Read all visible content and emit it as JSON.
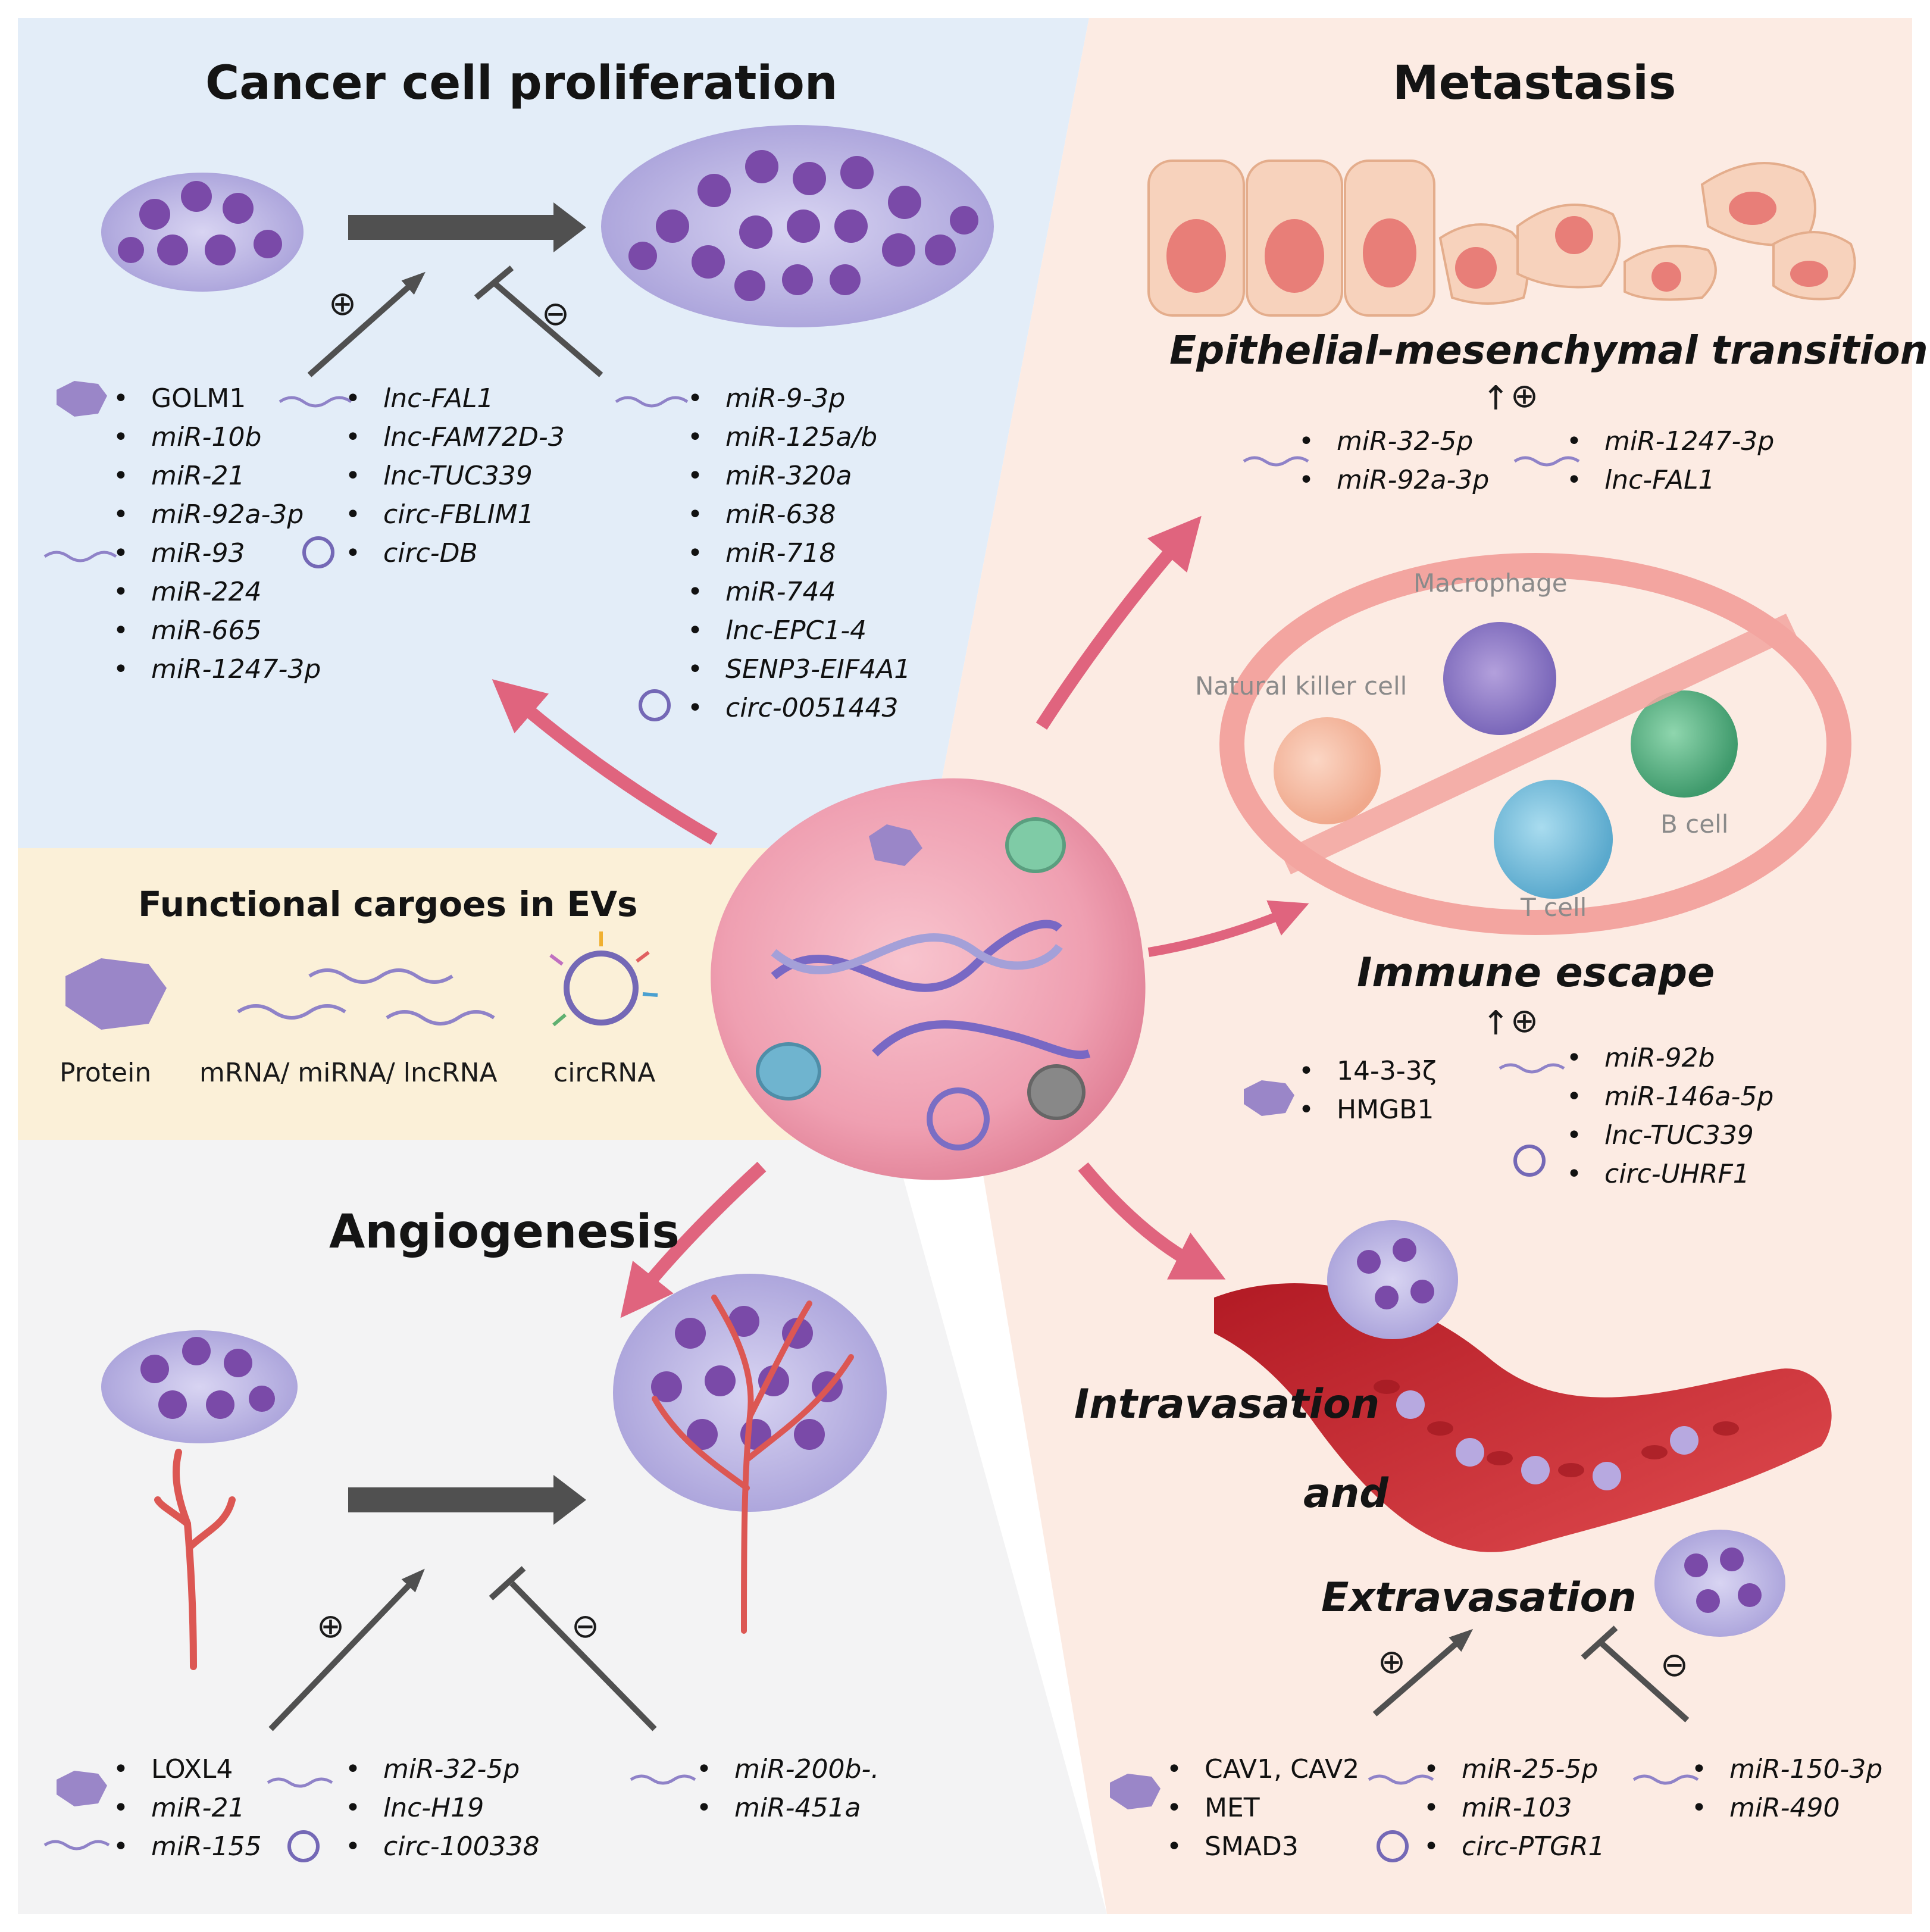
{
  "colors": {
    "blue_panel": "#e3edf8",
    "yellow_panel": "#fbf0d8",
    "grey_panel": "#f3f3f4",
    "peach_panel": "#fcebe3",
    "arrow_pink": "#e0647e",
    "dark_arrow": "#505050",
    "tumor": "#f1a3b4",
    "cell_purple": "#8c7dc9",
    "nucleus": "#6a3a9a",
    "vessel": "#c9242c"
  },
  "proliferation": {
    "title": "Cancer cell proliferation",
    "plus": "⊕",
    "minus": "⊖",
    "protein_list": [
      "GOLM1",
      "miR-10b",
      "miR-21",
      "miR-92a-3p",
      "miR-93",
      "miR-224",
      "miR-665",
      "miR-1247-3p"
    ],
    "rna_list": [
      "lnc-FAL1",
      "lnc-FAM72D-3",
      "lnc-TUC339",
      "circ-FBLIM1",
      "circ-DB"
    ],
    "inhibit_list": [
      "miR-9-3p",
      "miR-125a/b",
      "miR-320a",
      "miR-638",
      "miR-718",
      "miR-744",
      "lnc-EPC1-4",
      "SENP3-EIF4A1",
      "circ-0051443"
    ]
  },
  "metastasis": {
    "title": "Metastasis",
    "emt": {
      "title": "Epithelial-mesenchymal transition",
      "arrow": "↑",
      "plus": "⊕",
      "list_a": [
        "miR-32-5p",
        "miR-92a-3p"
      ],
      "list_b": [
        "miR-1247-3p",
        "lnc-FAL1"
      ]
    },
    "immune": {
      "title": "Immune escape",
      "arrow": "↑",
      "plus": "⊕",
      "protein_list": [
        "14-3-3ζ",
        "HMGB1"
      ],
      "rna_list": [
        "miR-92b",
        "miR-146a-5p",
        "lnc-TUC339",
        "circ-UHRF1"
      ],
      "cells": {
        "macrophage": "Macrophage",
        "nk": "Natural killer cell",
        "b": "B cell",
        "t": "T cell"
      }
    },
    "intravasation": {
      "title_a": "Intravasation",
      "title_b": "and",
      "title_c": "Extravasation",
      "plus": "⊕",
      "minus": "⊖",
      "protein_list": [
        "CAV1, CAV2",
        "MET",
        "SMAD3"
      ],
      "rna_list": [
        "miR-25-5p",
        "miR-103",
        "circ-PTGR1"
      ],
      "inhibit_list": [
        "miR-150-3p",
        "miR-490"
      ]
    }
  },
  "cargo": {
    "title": "Functional cargoes in EVs",
    "protein": "Protein",
    "rna": "mRNA/ miRNA/ lncRNA",
    "circ": "circRNA"
  },
  "angiogenesis": {
    "title": "Angiogenesis",
    "plus": "⊕",
    "minus": "⊖",
    "protein_list": [
      "LOXL4",
      "miR-21",
      "miR-155"
    ],
    "rna_list": [
      "miR-32-5p",
      "lnc-H19",
      "circ-100338"
    ],
    "inhibit_list": [
      "miR-200b-.",
      "miR-451a"
    ]
  }
}
